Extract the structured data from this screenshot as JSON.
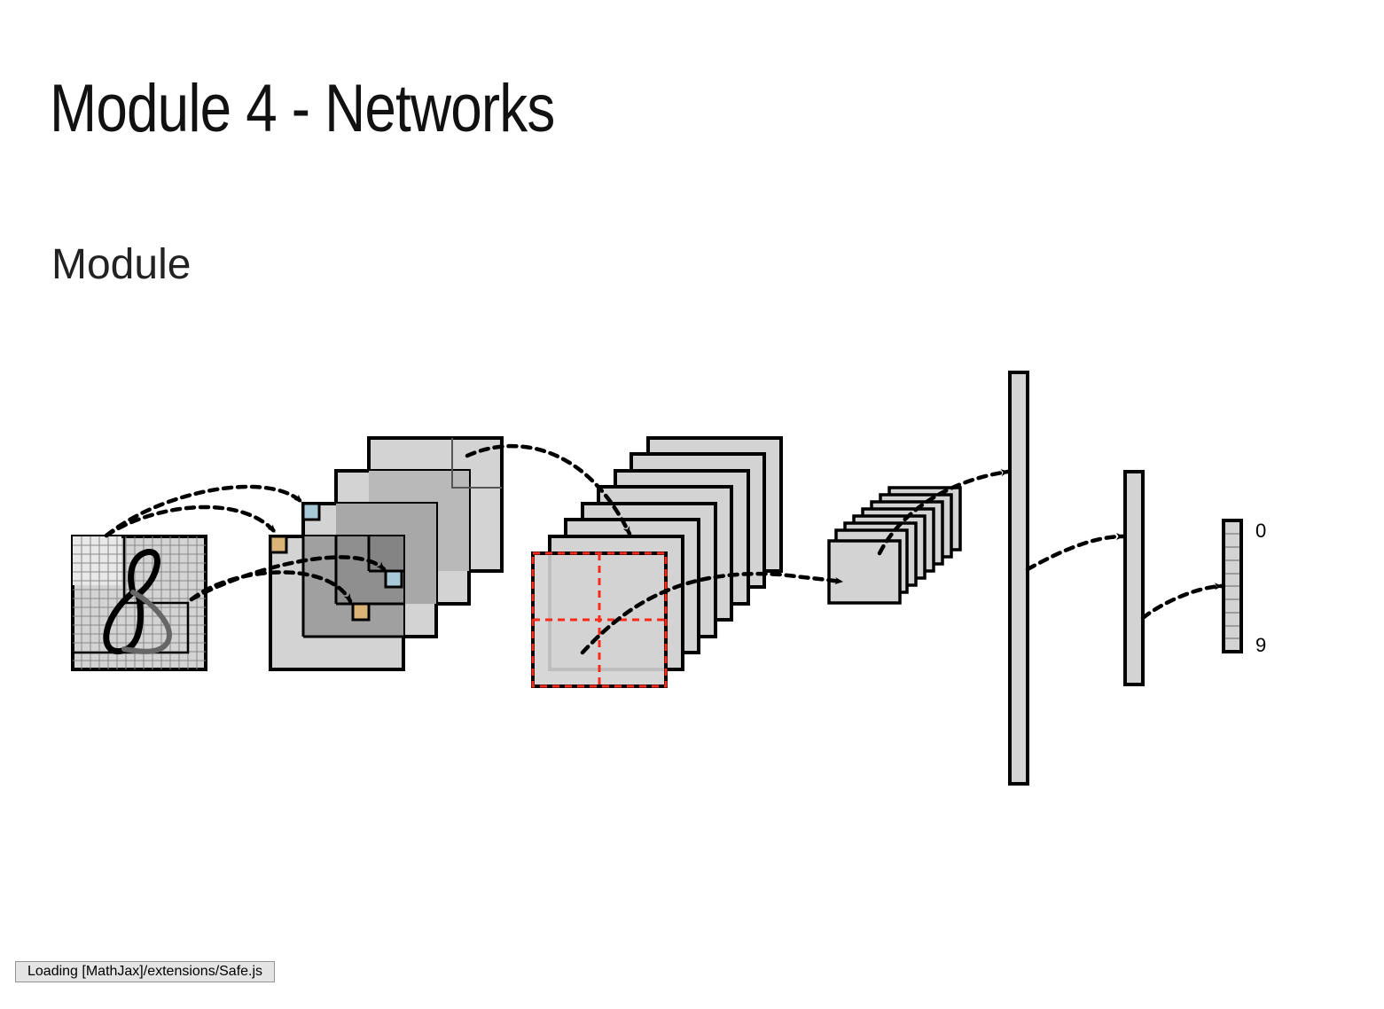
{
  "slide": {
    "title": "Module 4 - Networks",
    "subtitle": "Module"
  },
  "diagram": {
    "output_labels": {
      "first": "0",
      "last": "9"
    },
    "input_digit": "8",
    "colors": {
      "fill_light": "#d3d3d3",
      "fill_mid": "#b4b4b4",
      "fill_dark": "#a0a0a0",
      "outline": "#000000",
      "kernel_blue": "#a8cad8",
      "kernel_tan": "#dcb478",
      "pool_grid": "#ff2a1a"
    }
  },
  "status": {
    "text": "Loading [MathJax]/extensions/Safe.js"
  }
}
